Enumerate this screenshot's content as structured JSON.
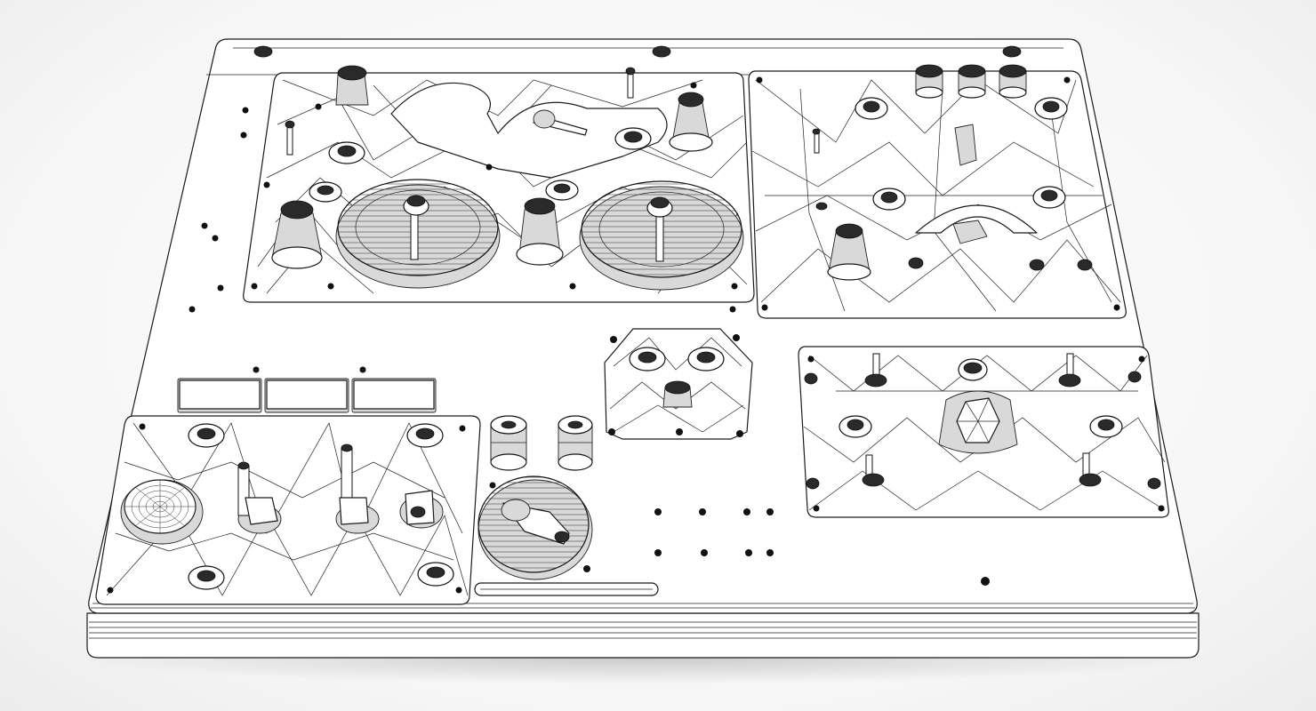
{
  "scene": {
    "colors": {
      "background": "#f4f4f4",
      "line": "#1a1a1a",
      "surface": "#ffffff",
      "shade": "#d9d9d9"
    },
    "objects": [
      "console-base",
      "tape-deck-panel",
      "effects-panel",
      "center-octagon-panel",
      "joystick-panel",
      "fader-panel",
      "rotary-dial"
    ]
  }
}
